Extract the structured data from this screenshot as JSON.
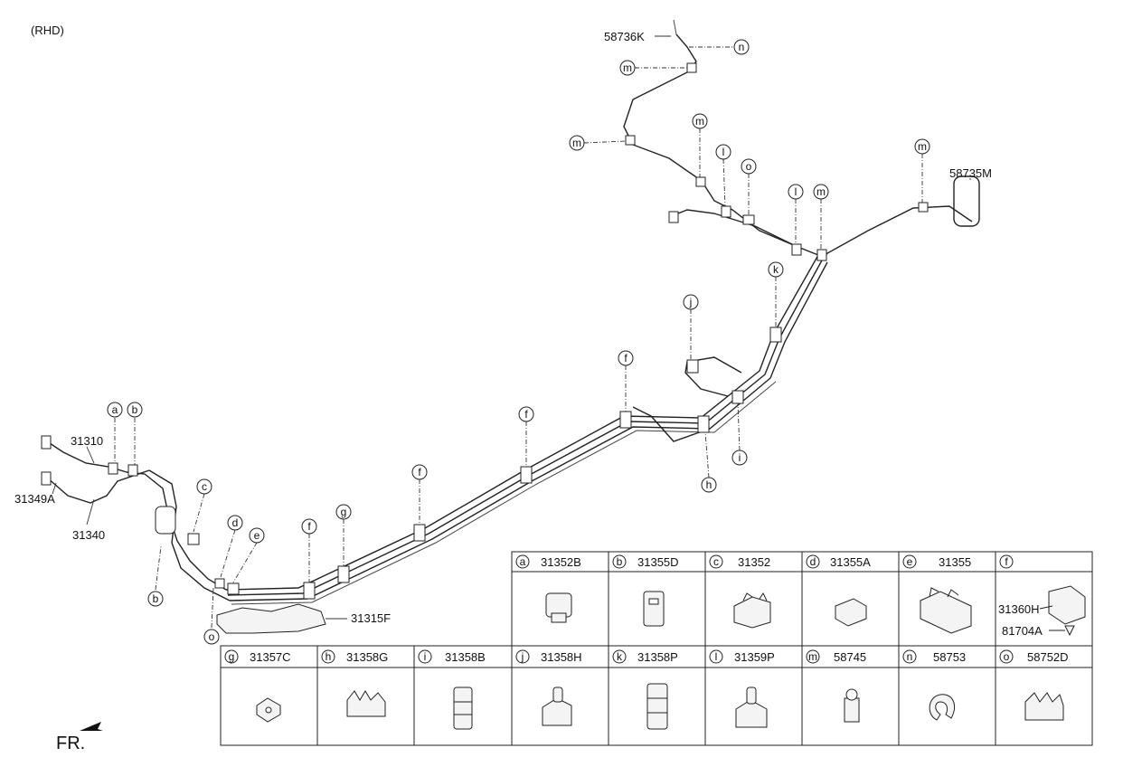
{
  "variant_label": "(RHD)",
  "front_label": "FR.",
  "labels": {
    "p58736K": "58736K",
    "p58735M": "58735M",
    "p31310": "31310",
    "p31349A": "31349A",
    "p31340": "31340",
    "p31315F": "31315F"
  },
  "callouts": [
    "a",
    "b",
    "c",
    "d",
    "e",
    "f",
    "g",
    "h",
    "i",
    "j",
    "k",
    "l",
    "m",
    "n",
    "o"
  ],
  "table": {
    "row1": [
      {
        "letter": "a",
        "part": "31352B"
      },
      {
        "letter": "b",
        "part": "31355D"
      },
      {
        "letter": "c",
        "part": "31352"
      },
      {
        "letter": "d",
        "part": "31355A"
      },
      {
        "letter": "e",
        "part": "31355"
      },
      {
        "letter": "f",
        "part": "",
        "sub": [
          "31360H",
          "81704A"
        ]
      }
    ],
    "row2": [
      {
        "letter": "g",
        "part": "31357C"
      },
      {
        "letter": "h",
        "part": "31358G"
      },
      {
        "letter": "i",
        "part": "31358B"
      },
      {
        "letter": "j",
        "part": "31358H"
      },
      {
        "letter": "k",
        "part": "31358P"
      },
      {
        "letter": "l",
        "part": "31359P"
      },
      {
        "letter": "m",
        "part": "58745"
      },
      {
        "letter": "n",
        "part": "58753"
      },
      {
        "letter": "o",
        "part": "58752D"
      }
    ]
  }
}
